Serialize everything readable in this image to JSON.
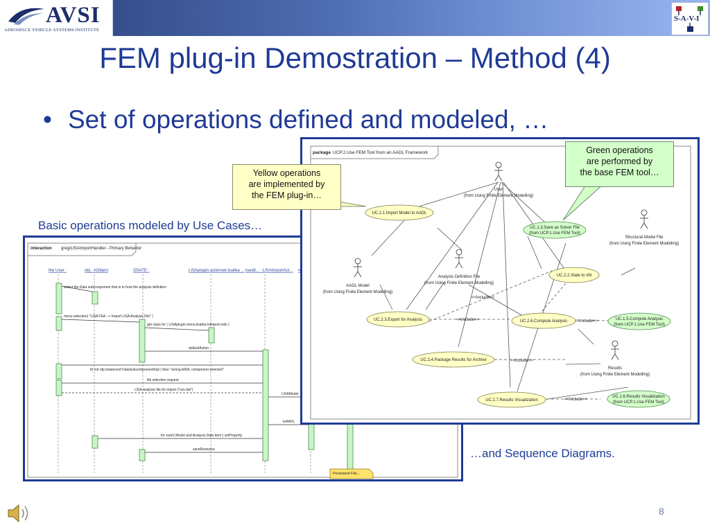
{
  "header": {
    "logo_word": "AVSI",
    "logo_sub": "AEROSPACE VEHICLE SYSTEMS INSTITUTE",
    "savi_logo": "S-A-V-I"
  },
  "slide": {
    "title": "FEM plug-in Demostration – Method (4)",
    "bullet_symbol": "•",
    "bullet": "Set of operations defined and modeled, …",
    "caption_left": "Basic operations modeled by Use Cases…",
    "caption_right": "…and Sequence Diagrams.",
    "page_number": "8"
  },
  "callouts": {
    "yellow": [
      "Yellow operations",
      "are implemented by",
      "the FEM plug-in…"
    ],
    "green": [
      "Green operations",
      "are performed by",
      "the base FEM tool…"
    ]
  },
  "sequence_diagram": {
    "frame_tag": "interaction",
    "frame_name": "greg/LISAImportHandler - Primary Behavior",
    "lifelines": [
      "the User :",
      "obj : AObject",
      "OSATE :",
      "LISAplugin.actionset.lisafea ...",
      "handl... : LISAImportAct...",
      "m"
    ],
    "messages": [
      "select the Data subcomponent that is to host the analysis definition",
      "menu selection( \"LISA FEA --> Import LISA Analysis File\" )",
      "get class for ( LISAplugin.menu.lisafea.IsImport.mdx )",
      "doAxelAction",
      "if( not obj instanceof DataSubcomponentImpl ) then \"wrong AADL component selected\"",
      "file selection request",
      "LISA analysis file for import (\"xxx.dat\")",
      "LISAModel",
      "toAADL",
      "for each( Model and Analysis Data Item ) setProperty",
      "saveResource"
    ],
    "note": "Persistent File..."
  },
  "use_case_diagram": {
    "frame_tag": "package",
    "frame_name": "UCP.2.Use FEM Tool from an AADL Framework",
    "actors": {
      "user": [
        "User",
        "(from Using Finite Element Modelling)"
      ],
      "structural": [
        "Structural Model File",
        "(from Using Finite Element Modelling)"
      ],
      "aadl": [
        "AADL Model",
        "(from Using Finite Element Modelling)"
      ],
      "analysis": [
        "Analysis Definition File",
        "(from Using Finite Element Modelling)"
      ],
      "results": [
        "Results",
        "(from Using Finite Element Modelling)"
      ]
    },
    "use_cases": {
      "import": "UC.2.1.Import Model to AADL",
      "save_solver": [
        "UC.1.3.Save as Solver File",
        "(from UCP.1.Use FEM Tool)"
      ],
      "xlate": "UC.2.2.Xlate to vfd",
      "export": "UC.2.3.Export for Analysis",
      "compute": "UC.2.6.Compute Analysis",
      "compute_base": [
        "UC.1.5.Compute Analysis",
        "(from UCP.1.Use FEM Tool)"
      ],
      "package": "UC.2.4.Package Results for Archive",
      "visualize": "UC.2.7.Results Visualization",
      "visualize_base": [
        "UC.1.6.Results Visualization",
        "(from UCP.1.Use FEM Tool)"
      ]
    },
    "include_label": "<<include>>",
    "colors": {
      "yellow": "#ffffc6",
      "green": "#d3ffc9"
    }
  },
  "icons": [
    "avsi-swoosh-icon",
    "savi-logo-icon",
    "speaker-icon"
  ]
}
